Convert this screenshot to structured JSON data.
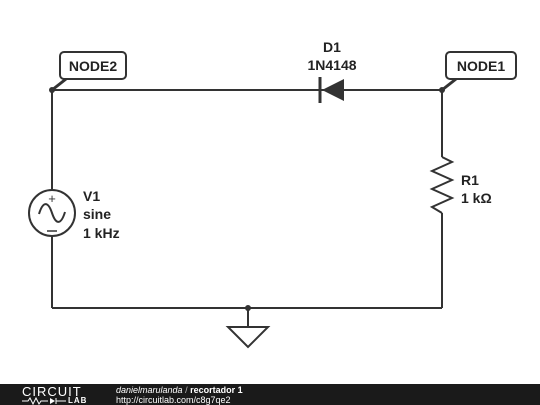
{
  "schematic": {
    "nodes": [
      "NODE2",
      "NODE1"
    ],
    "diode": {
      "ref": "D1",
      "part": "1N4148"
    },
    "resistor": {
      "ref": "R1",
      "value": "1 kΩ"
    },
    "source": {
      "ref": "V1",
      "type": "sine",
      "freq": "1 kHz"
    }
  },
  "footer": {
    "logo_top": "CIRCUIT",
    "logo_bottom": "LAB",
    "author": "danielmarulanda",
    "separator": "/",
    "title": "recortador 1",
    "url": "http://circuitlab.com/c8g7qe2"
  },
  "colors": {
    "wire": "#333333",
    "footer_bg": "#1a1a1a",
    "label_text": "#222222"
  }
}
